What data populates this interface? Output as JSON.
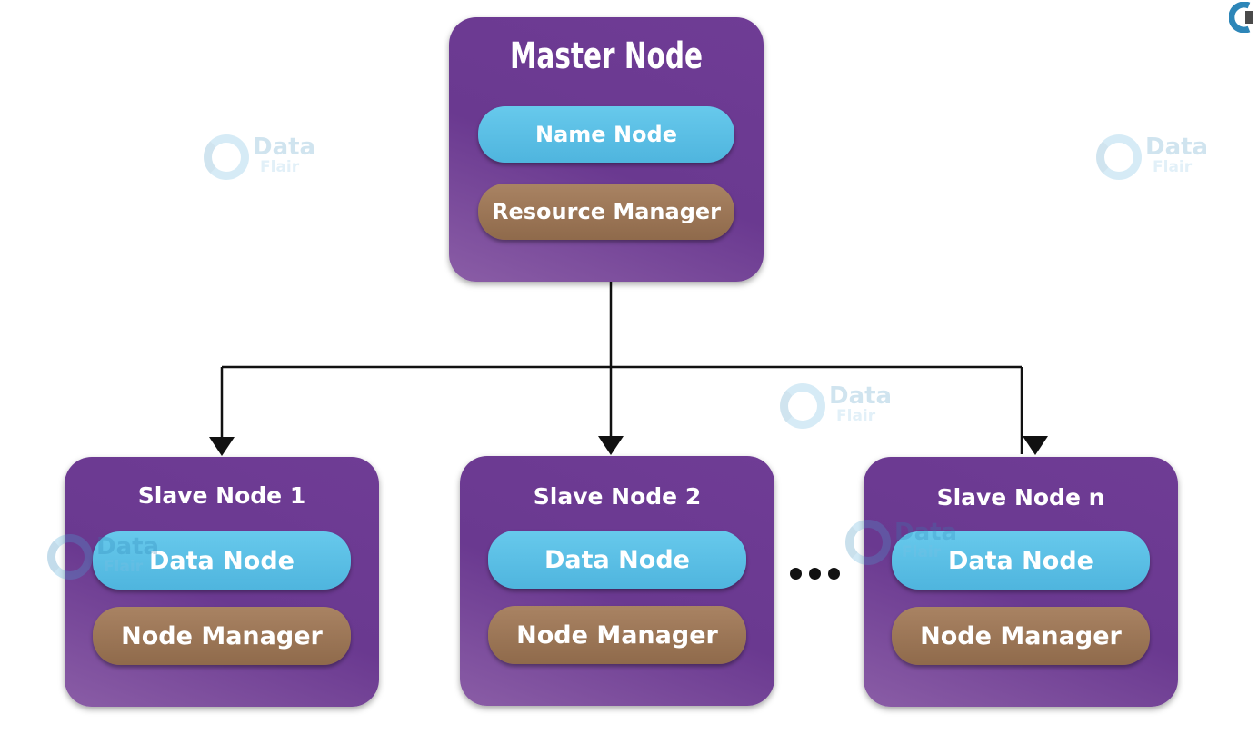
{
  "master": {
    "title": "Master Node",
    "name_node": "Name Node",
    "resource_manager": "Resource Manager"
  },
  "slaves": [
    {
      "title": "Slave Node 1",
      "data_node": "Data Node",
      "node_manager": "Node Manager"
    },
    {
      "title": "Slave Node 2",
      "data_node": "Data Node",
      "node_manager": "Node Manager"
    },
    {
      "title": "Slave Node n",
      "data_node": "Data Node",
      "node_manager": "Node Manager"
    }
  ],
  "watermark": {
    "brand": "Data",
    "sub": "Flair"
  },
  "colors": {
    "box": "#6a3990",
    "pill_blue": "#58bde3",
    "pill_brown": "#9a7454",
    "connector": "#111111"
  }
}
